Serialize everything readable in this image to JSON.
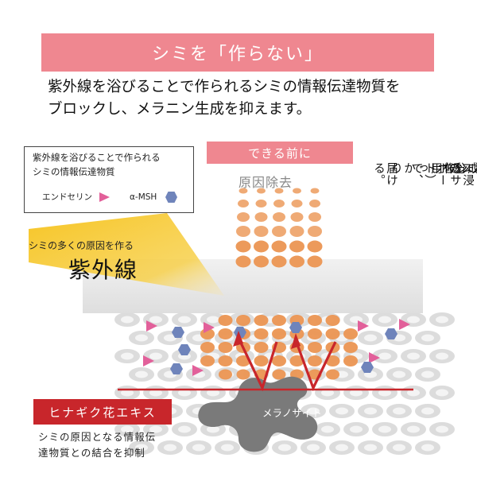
{
  "title": "シミを「作らない」",
  "intro_lines": [
    "紫外線を浴びることで作られるシミの情報伝達物質を",
    "ブロックし、メラニン生成を抑えます。"
  ],
  "legend": {
    "heading_lines": [
      "紫外線を浴びることで作られる",
      "シミの情報伝達物質"
    ],
    "endothelin_label": "エンドセリン",
    "msh_label": "α-MSH"
  },
  "before_banner": "できる前に",
  "removal_label": "原因除去",
  "uv": {
    "cause_label": "シミの多くの原因を作る",
    "big_label": "紫外線"
  },
  "side_text_columns": [
    "カンゾウ葉エキスの",
    "アクアポリン作用",
    "（浸透サポート）で、",
    "有効成分をしっかり",
    "届ける。"
  ],
  "hinagiku_banner": "ヒナギク花エキス",
  "binding_lines": [
    "シミの原因となる情報伝",
    "達物質との結合を抑制"
  ],
  "melanocyte_label": "メラノサイト",
  "colors": {
    "pink_banner": "#ef8790",
    "red_banner": "#c8262b",
    "orange_dot": "#eb9552",
    "triangle_pink": "#e2609a",
    "hexagon_blue": "#6f84bb",
    "uv_yellow": "#f6c21a",
    "melanocyte_gray": "#7a7a7a",
    "arrow_red": "#c8262b"
  }
}
